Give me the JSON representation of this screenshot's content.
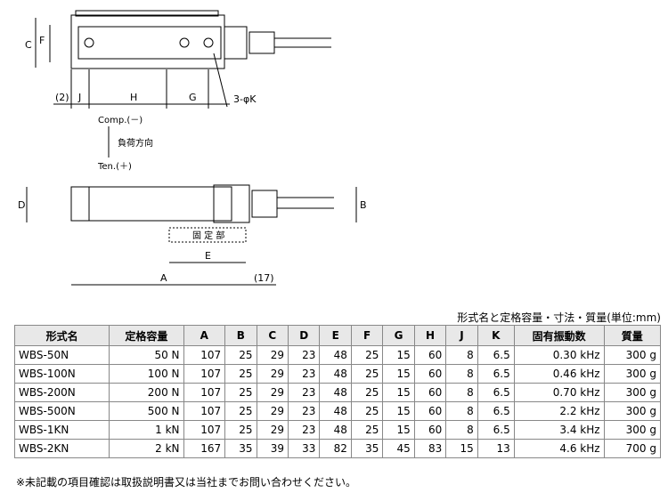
{
  "drawing": {
    "top_labels": {
      "C": "C",
      "F": "F",
      "two": "(2)",
      "J": "J",
      "H": "H",
      "G": "G",
      "K": "3-φK"
    },
    "direction": {
      "comp": "Comp.(－)",
      "load": "負荷方向",
      "ten": "Ten.(＋)"
    },
    "side_labels": {
      "D": "D",
      "B": "B",
      "fixed": "固 定 部",
      "E": "E",
      "A": "A",
      "seventeen": "(17)"
    }
  },
  "caption": "形式名と定格容量・寸法・質量(単位:mm)",
  "table": {
    "headers": [
      "形式名",
      "定格容量",
      "A",
      "B",
      "C",
      "D",
      "E",
      "F",
      "G",
      "H",
      "J",
      "K",
      "固有振動数",
      "質量"
    ],
    "rows": [
      [
        "WBS-50N",
        "50 N",
        "107",
        "25",
        "29",
        "23",
        "48",
        "25",
        "15",
        "60",
        "8",
        "6.5",
        "0.30 kHz",
        "300 g"
      ],
      [
        "WBS-100N",
        "100 N",
        "107",
        "25",
        "29",
        "23",
        "48",
        "25",
        "15",
        "60",
        "8",
        "6.5",
        "0.46 kHz",
        "300 g"
      ],
      [
        "WBS-200N",
        "200 N",
        "107",
        "25",
        "29",
        "23",
        "48",
        "25",
        "15",
        "60",
        "8",
        "6.5",
        "0.70 kHz",
        "300 g"
      ],
      [
        "WBS-500N",
        "500 N",
        "107",
        "25",
        "29",
        "23",
        "48",
        "25",
        "15",
        "60",
        "8",
        "6.5",
        "2.2 kHz",
        "300 g"
      ],
      [
        "WBS-1KN",
        "1 kN",
        "107",
        "25",
        "29",
        "23",
        "48",
        "25",
        "15",
        "60",
        "8",
        "6.5",
        "3.4 kHz",
        "300 g"
      ],
      [
        "WBS-2KN",
        "2 kN",
        "167",
        "35",
        "39",
        "33",
        "82",
        "35",
        "45",
        "83",
        "15",
        "13",
        "4.6 kHz",
        "700 g"
      ]
    ]
  },
  "note": "※未記載の項目確認は取扱説明書又は当社までお問い合わせください。"
}
